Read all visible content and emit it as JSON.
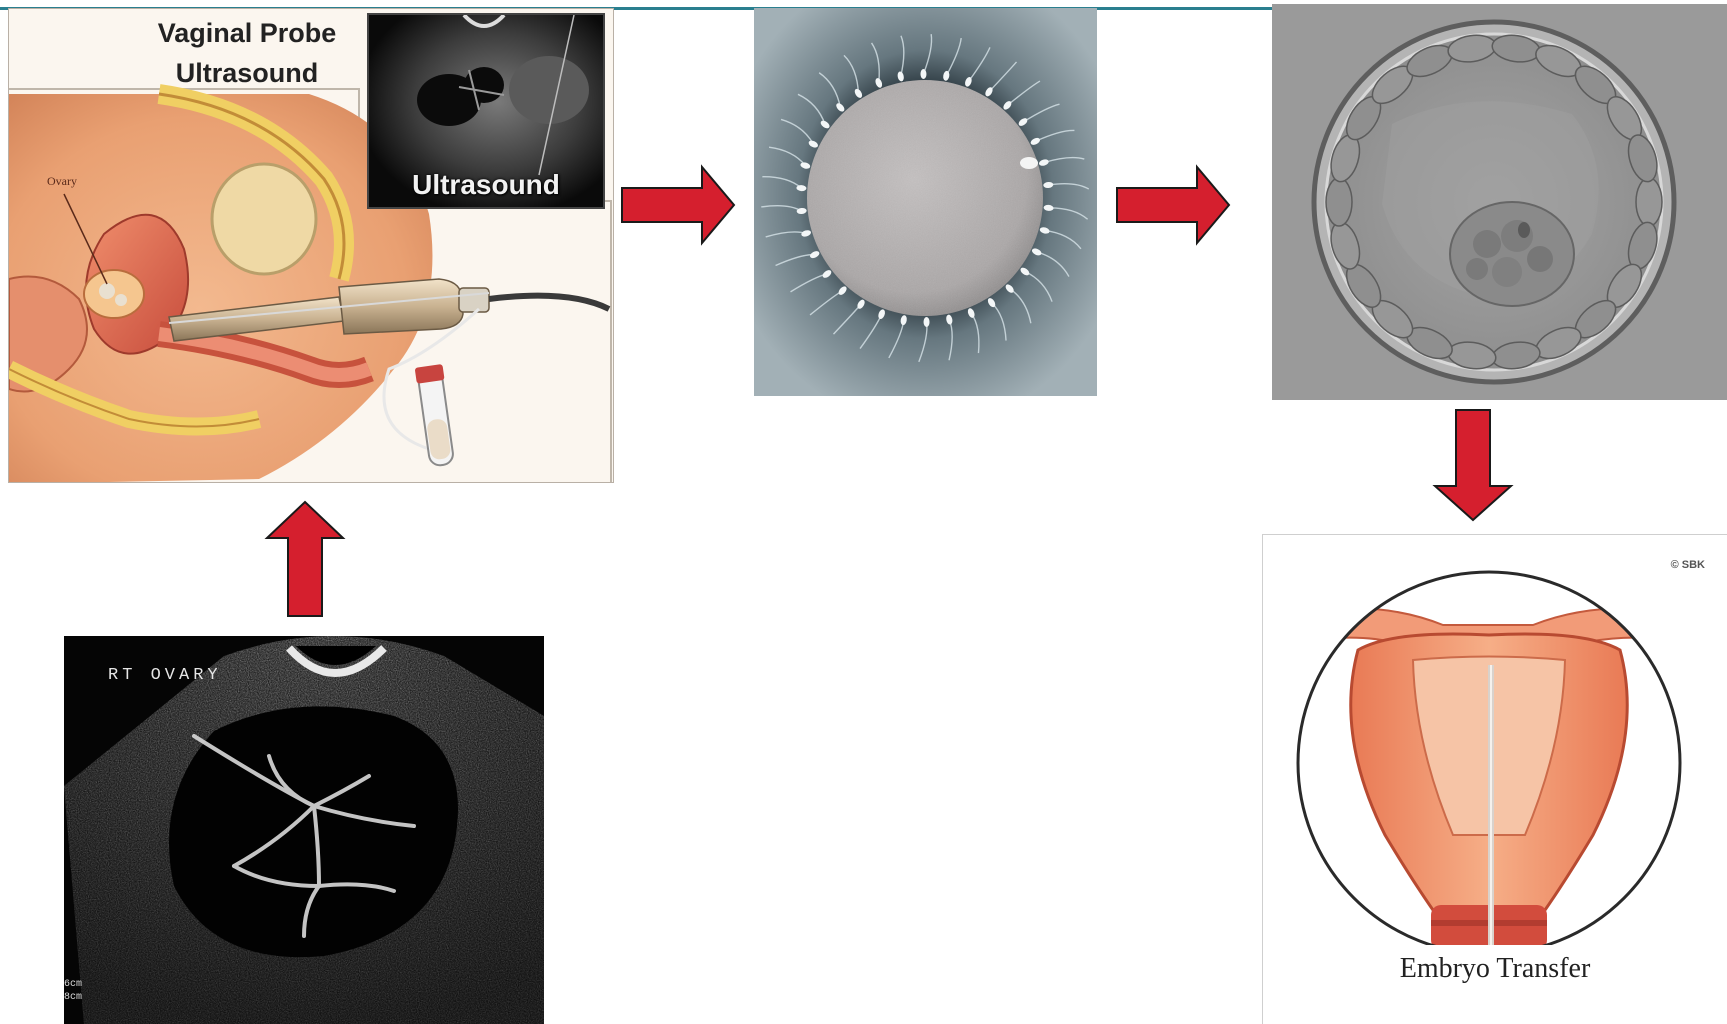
{
  "colors": {
    "arrow": "#d51f2e",
    "arrow_outline": "#1a1a1a",
    "top_strip": "#2a7f8f",
    "egg_background": "#8d9ca3",
    "ultrasound_background": "#050505"
  },
  "steps": [
    {
      "id": "ovary-ultrasound",
      "label": "RT OVARY",
      "scale_text": "6cm 8cm"
    },
    {
      "id": "egg-retrieval",
      "title": "Vaginal Probe Ultrasound",
      "inset_label": "Ultrasound",
      "organ_label": "Ovary"
    },
    {
      "id": "fertilization"
    },
    {
      "id": "blastocyst"
    },
    {
      "id": "embryo-transfer",
      "caption": "Embryo Transfer",
      "copyright": "© SBK"
    }
  ],
  "arrows": [
    {
      "from": "ovary-ultrasound",
      "to": "egg-retrieval",
      "direction": "up"
    },
    {
      "from": "egg-retrieval",
      "to": "fertilization",
      "direction": "right"
    },
    {
      "from": "fertilization",
      "to": "blastocyst",
      "direction": "right"
    },
    {
      "from": "blastocyst",
      "to": "embryo-transfer",
      "direction": "down"
    }
  ]
}
